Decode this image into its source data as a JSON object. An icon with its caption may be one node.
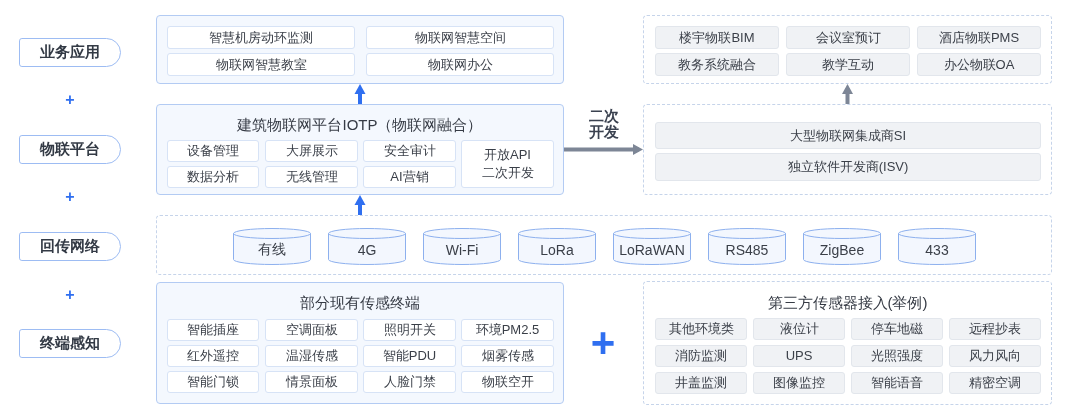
{
  "diagram": {
    "nodes": [
      {
        "text": [
          "业务应用"
        ]
      },
      {
        "text": [],
        "shape": "box"
      },
      {
        "text": [
          "智慧机房动环监测"
        ],
        "in": 1
      },
      {
        "text": [
          "物联网智慧空间"
        ],
        "in": 1
      },
      {
        "text": [
          "物联网智慧教室"
        ],
        "in": 1
      },
      {
        "text": [
          "物联网办公"
        ],
        "in": 1
      },
      {
        "text": [],
        "shape": "box"
      },
      {
        "text": [
          "楼宇物联BIM"
        ],
        "in": 6
      },
      {
        "text": [
          "会议室预订"
        ],
        "in": 6
      },
      {
        "text": [
          "酒店物联PMS"
        ],
        "in": 6
      },
      {
        "text": [
          "教务系统融合"
        ],
        "in": 6
      },
      {
        "text": [
          "教学互动"
        ],
        "in": 6
      },
      {
        "text": [
          "办公物联OA"
        ],
        "in": 6
      },
      {
        "text": [
          "物联平台"
        ]
      },
      {
        "text": [
          "建筑物联网平台IOTP（物联网融合）"
        ]
      },
      {
        "text": [
          "设备管理"
        ],
        "in": 14
      },
      {
        "text": [
          "大屏展示"
        ],
        "in": 14
      },
      {
        "text": [
          "安全审计"
        ],
        "in": 14
      },
      {
        "text": [
          "开放API二次开发"
        ],
        "in": 14
      },
      {
        "text": [
          "数据分析"
        ],
        "in": 14
      },
      {
        "text": [
          "无线管理"
        ],
        "in": 14
      },
      {
        "text": [
          "AI营销"
        ],
        "in": 14
      },
      {
        "text": [],
        "shape": "box"
      },
      {
        "text": [
          "大型物联网集成商SI"
        ],
        "in": 22
      },
      {
        "text": [
          "独立软件开发商(ISV)"
        ],
        "in": 22
      },
      {
        "text": [
          "回传网络"
        ]
      },
      {
        "text": [],
        "shape": "box"
      },
      {
        "text": [
          "有线"
        ],
        "in": 26
      },
      {
        "text": [
          "4G"
        ],
        "in": 26
      },
      {
        "text": [
          "Wi-Fi"
        ],
        "in": 26
      },
      {
        "text": [
          "LoRa"
        ],
        "in": 26
      },
      {
        "text": [
          "LoRaWAN"
        ],
        "in": 26
      },
      {
        "text": [
          "RS485"
        ],
        "in": 26
      },
      {
        "text": [
          "ZigBee"
        ],
        "in": 26
      },
      {
        "text": [
          "433"
        ],
        "in": 26
      },
      {
        "text": [
          "终端感知"
        ]
      },
      {
        "text": [
          "部分现有传感终端"
        ]
      },
      {
        "text": [
          "智能插座"
        ],
        "in": 36
      },
      {
        "text": [
          "空调面板"
        ],
        "in": 36
      },
      {
        "text": [
          "照明开关"
        ],
        "in": 36
      },
      {
        "text": [
          "环境PM2.5"
        ],
        "in": 36
      },
      {
        "text": [
          "红外遥控"
        ],
        "in": 36
      },
      {
        "text": [
          "温湿传感"
        ],
        "in": 36
      },
      {
        "text": [
          "智能PDU"
        ],
        "in": 36
      },
      {
        "text": [
          "烟雾传感"
        ],
        "in": 36
      },
      {
        "text": [
          "智能门锁"
        ],
        "in": 36
      },
      {
        "text": [
          "情景面板"
        ],
        "in": 36
      },
      {
        "text": [
          "人脸门禁"
        ],
        "in": 36
      },
      {
        "text": [
          "物联空开"
        ],
        "in": 36
      },
      {
        "text": [
          "第三方传感器接入(举例)"
        ]
      },
      {
        "text": [
          "其他环境类"
        ],
        "in": 49
      },
      {
        "text": [
          "液位计"
        ],
        "in": 49
      },
      {
        "text": [
          "停车地磁"
        ],
        "in": 49
      },
      {
        "text": [
          "远程抄表"
        ],
        "in": 49
      },
      {
        "text": [
          "消防监测"
        ],
        "in": 49
      },
      {
        "text": [
          "UPS"
        ],
        "in": 49
      },
      {
        "text": [
          "光照强度"
        ],
        "in": 49
      },
      {
        "text": [
          "风力风向"
        ],
        "in": 49
      },
      {
        "text": [
          "井盖监测"
        ],
        "in": 49
      },
      {
        "text": [
          "图像监控"
        ],
        "in": 49
      },
      {
        "text": [
          "智能语音"
        ],
        "in": 49
      },
      {
        "text": [
          "精密空调"
        ],
        "in": 49
      }
    ],
    "edges": [
      {
        "from": 14,
        "to": 1,
        "arrow": "to"
      },
      {
        "from": 26,
        "to": 14,
        "arrow": "to"
      },
      {
        "from": 14,
        "to": 22,
        "arrow": "to",
        "label": "二次开发",
        "color": "#7d8696"
      },
      {
        "from": 22,
        "to": 6,
        "arrow": "to",
        "color": "#7d8696"
      }
    ],
    "labels": [
      "+",
      "+",
      "+",
      "+"
    ]
  }
}
